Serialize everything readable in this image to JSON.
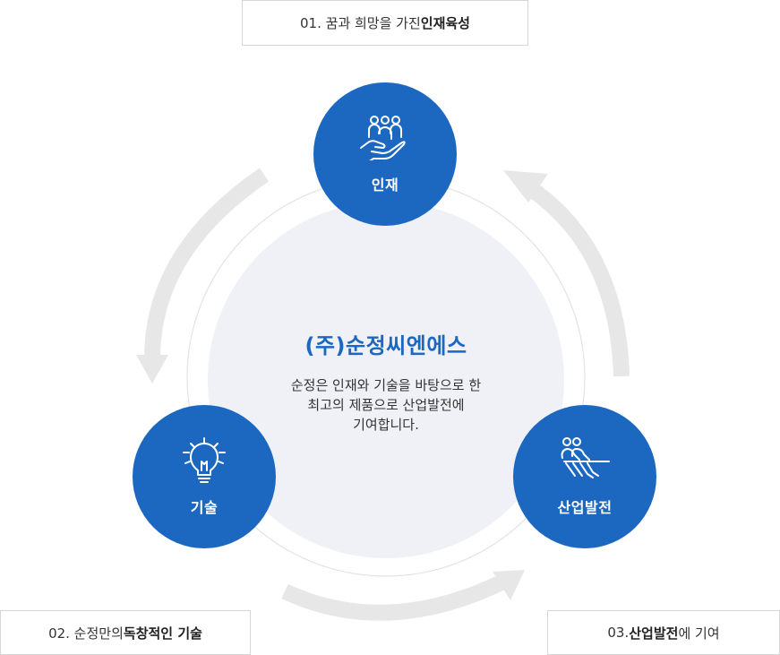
{
  "labels": {
    "top": {
      "prefix": "01. 꿈과 희망을 가진 ",
      "bold": "인재육성",
      "suffix": ""
    },
    "left": {
      "prefix": "02. 순정만의 ",
      "bold": "독창적인 기술",
      "suffix": ""
    },
    "right": {
      "prefix": "03. ",
      "bold": "산업발전",
      "suffix": "에 기여"
    }
  },
  "nodes": {
    "top": {
      "label": "인재",
      "icon": "hand-people-icon"
    },
    "left": {
      "label": "기술",
      "icon": "lightbulb-icon"
    },
    "right": {
      "label": "산업발전",
      "icon": "tug-of-war-icon"
    }
  },
  "center": {
    "title": "(주)순정씨엔에스",
    "description_lines": [
      "순정은 인재와 기술을 바탕으로 한",
      "최고의 제품으로 산업발전에",
      "기여합니다."
    ]
  },
  "colors": {
    "node_fill": "#1c68c0",
    "center_fill": "#eff1f6",
    "arrow": "#e7e7e7",
    "ring": "#e3e3e3",
    "title": "#1c68c0"
  }
}
